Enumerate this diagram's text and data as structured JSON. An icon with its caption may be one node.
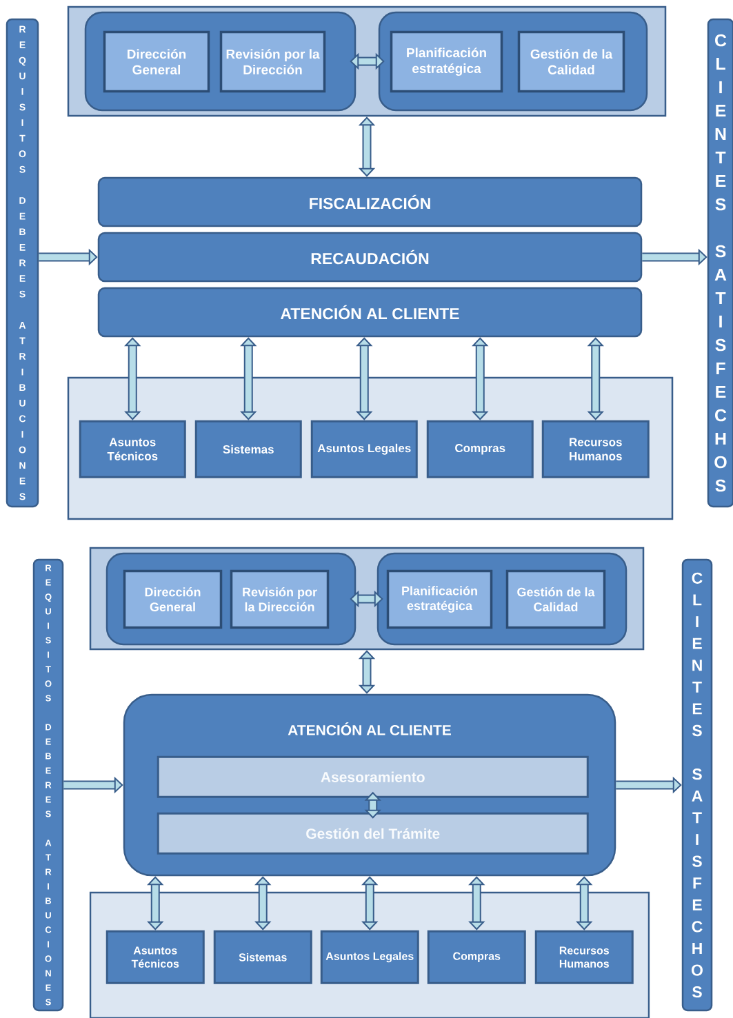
{
  "diagram": {
    "nodes": [
      {
        "text": [],
        "shape": "box"
      },
      {
        "text": [],
        "shape": "box",
        "in": 0
      },
      {
        "text": [
          "Dirección General"
        ],
        "in": 1
      },
      {
        "text": [
          "Revisión por la Dirección"
        ],
        "in": 1
      },
      {
        "text": [],
        "shape": "box",
        "in": 0
      },
      {
        "text": [
          "Planificación estratégica"
        ],
        "in": 4
      },
      {
        "text": [
          "Gestión de la Calidad"
        ],
        "in": 4
      },
      {
        "text": [
          "FISCALIZACIÓN"
        ]
      },
      {
        "text": [
          "RECAUDACIÓN"
        ]
      },
      {
        "text": [
          "ATENCIÓN AL CLIENTE"
        ]
      },
      {
        "text": [],
        "shape": "box"
      },
      {
        "text": [
          "Asuntos Técnicos"
        ],
        "in": 10
      },
      {
        "text": [
          "Sistemas"
        ],
        "in": 10
      },
      {
        "text": [
          "Asuntos Legales"
        ],
        "in": 10
      },
      {
        "text": [
          "Compras"
        ],
        "in": 10
      },
      {
        "text": [
          "Recursos Humanos"
        ],
        "in": 10
      },
      {
        "text": [
          "REQUISITOS DEBERES ATRIBUCIONES"
        ]
      },
      {
        "text": [
          "CLIENTES SATISFECHOS"
        ]
      },
      {
        "text": [],
        "shape": "box"
      },
      {
        "text": [],
        "shape": "box",
        "in": 18
      },
      {
        "text": [
          "Dirección General"
        ],
        "in": 19
      },
      {
        "text": [
          "Revisión por la Dirección"
        ],
        "in": 19
      },
      {
        "text": [],
        "shape": "box",
        "in": 18
      },
      {
        "text": [
          "Planificación estratégica"
        ],
        "in": 22
      },
      {
        "text": [
          "Gestión de la Calidad"
        ],
        "in": 22
      },
      {
        "text": [
          "ATENCIÓN AL CLIENTE"
        ]
      },
      {
        "text": [
          "Asesoramiento"
        ],
        "in": 25
      },
      {
        "text": [
          "Gestión del Trámite"
        ],
        "in": 25
      },
      {
        "text": [],
        "shape": "box"
      },
      {
        "text": [
          "Asuntos Técnicos"
        ],
        "in": 28
      },
      {
        "text": [
          "Sistemas"
        ],
        "in": 28
      },
      {
        "text": [
          "Asuntos Legales"
        ],
        "in": 28
      },
      {
        "text": [
          "Compras"
        ],
        "in": 28
      },
      {
        "text": [
          "Recursos Humanos"
        ],
        "in": 28
      },
      {
        "text": [
          "REQUISITOS DEBERES ATRIBUCIONES"
        ]
      },
      {
        "text": [
          "CLIENTES SATISFECHOS"
        ]
      }
    ],
    "edges": [
      {
        "from": 1,
        "to": 4,
        "arrow": "both"
      },
      {
        "from": 0,
        "to": 7,
        "arrow": "both"
      },
      {
        "from": 9,
        "to": 11,
        "arrow": "both"
      },
      {
        "from": 9,
        "to": 12,
        "arrow": "both"
      },
      {
        "from": 9,
        "to": 13,
        "arrow": "both"
      },
      {
        "from": 9,
        "to": 14,
        "arrow": "both"
      },
      {
        "from": 9,
        "to": 15,
        "arrow": "both"
      },
      {
        "from": 16,
        "to": 8,
        "arrow": "to"
      },
      {
        "from": 8,
        "to": 17,
        "arrow": "to"
      },
      {
        "from": 19,
        "to": 22,
        "arrow": "both"
      },
      {
        "from": 18,
        "to": 25,
        "arrow": "both"
      },
      {
        "from": 26,
        "to": 27,
        "arrow": "both"
      },
      {
        "from": 25,
        "to": 29,
        "arrow": "both"
      },
      {
        "from": 25,
        "to": 30,
        "arrow": "both"
      },
      {
        "from": 25,
        "to": 31,
        "arrow": "both"
      },
      {
        "from": 25,
        "to": 32,
        "arrow": "both"
      },
      {
        "from": 25,
        "to": 33,
        "arrow": "both"
      },
      {
        "from": 34,
        "to": 25,
        "arrow": "to"
      },
      {
        "from": 25,
        "to": 35,
        "arrow": "to"
      }
    ]
  }
}
